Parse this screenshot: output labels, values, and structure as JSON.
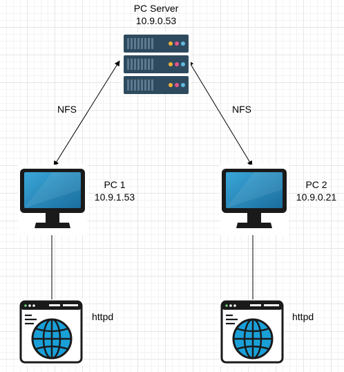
{
  "server": {
    "name": "PC Server",
    "ip": "10.9.0.53",
    "led_colors": [
      "#f5b335",
      "#e2568c",
      "#5fb9e0"
    ]
  },
  "pc1": {
    "name": "PC 1",
    "ip": "10.9.1.53"
  },
  "pc2": {
    "name": "PC 2",
    "ip": "10.9.0.21"
  },
  "links": {
    "left_label": "NFS",
    "right_label": "NFS"
  },
  "services": {
    "left_label": "httpd",
    "right_label": "httpd"
  },
  "colors": {
    "server_body": "#2e4a5e",
    "monitor_screen": "#1d7fb3",
    "globe": "#1aa0d8",
    "outline": "#1a1a1a"
  }
}
